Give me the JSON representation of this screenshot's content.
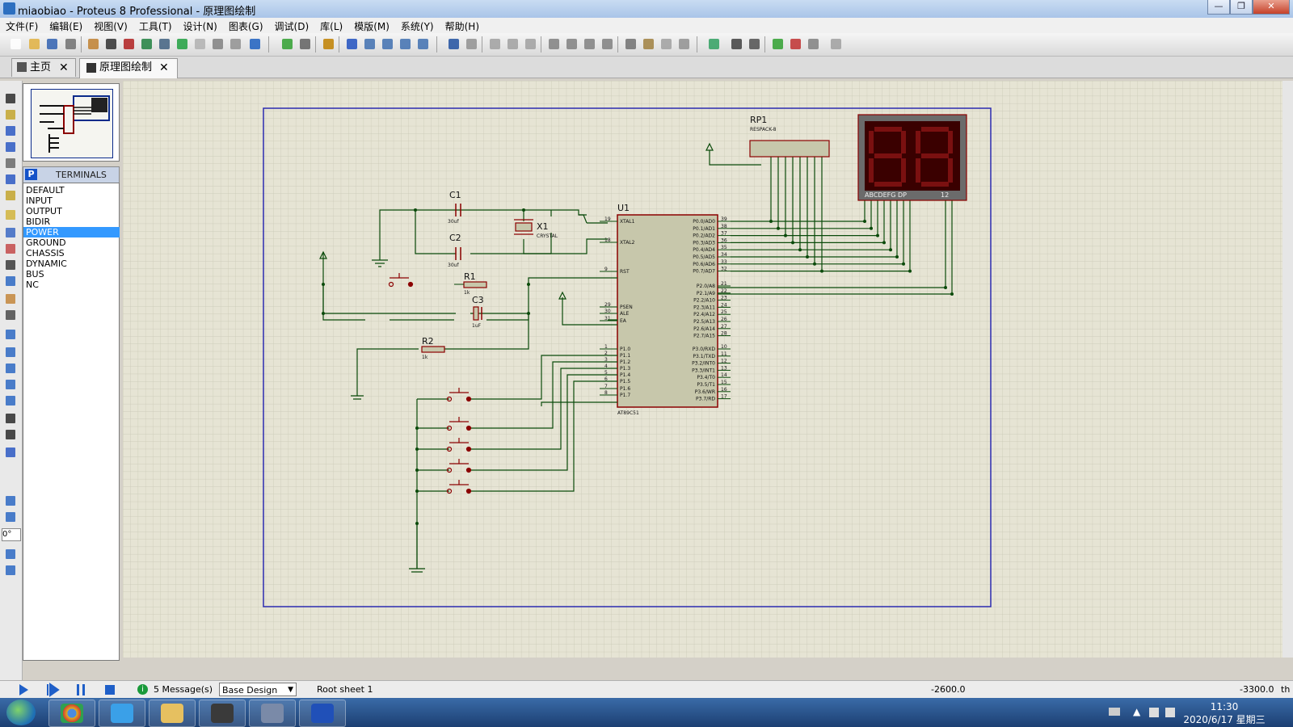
{
  "window": {
    "title": "miaobiao - Proteus 8 Professional - 原理图绘制",
    "controls": [
      "—",
      "❐",
      "✕"
    ]
  },
  "menu": [
    "文件(F)",
    "编辑(E)",
    "视图(V)",
    "工具(T)",
    "设计(N)",
    "图表(G)",
    "调试(D)",
    "库(L)",
    "模版(M)",
    "系统(Y)",
    "帮助(H)"
  ],
  "tabs": [
    {
      "label": "主页",
      "icon": "home-icon"
    },
    {
      "label": "原理图绘制",
      "icon": "schematic-icon"
    }
  ],
  "terminals": {
    "header": "TERMINALS",
    "mode_button": "P",
    "items": [
      "DEFAULT",
      "INPUT",
      "OUTPUT",
      "BIDIR",
      "POWER",
      "GROUND",
      "CHASSIS",
      "DYNAMIC",
      "BUS",
      "NC"
    ],
    "selected": "POWER"
  },
  "left_tools": {
    "rotation": "0°"
  },
  "schematic": {
    "components": {
      "u1": {
        "ref": "U1",
        "part": "AT89C51"
      },
      "rp1": {
        "ref": "RP1",
        "part": "RESPACK-8"
      },
      "x1": {
        "ref": "X1",
        "part": "CRYSTAL"
      },
      "c1": {
        "ref": "C1",
        "value": "30uf"
      },
      "c2": {
        "ref": "C2",
        "value": "30uf"
      },
      "c3": {
        "ref": "C3",
        "value": "1uF"
      },
      "r1": {
        "ref": "R1",
        "value": "1k"
      },
      "r2": {
        "ref": "R2",
        "value": "1k"
      },
      "display": {
        "segment_label": "ABCDEFG  DP",
        "digit_label": "12"
      }
    },
    "u1_left_pins": [
      {
        "num": "19",
        "name": "XTAL1"
      },
      {
        "num": "18",
        "name": "XTAL2"
      },
      {
        "num": "9",
        "name": "RST"
      },
      {
        "num": "29",
        "name": "PSEN"
      },
      {
        "num": "30",
        "name": "ALE"
      },
      {
        "num": "31",
        "name": "EA"
      },
      {
        "num": "1",
        "name": "P1.0"
      },
      {
        "num": "2",
        "name": "P1.1"
      },
      {
        "num": "3",
        "name": "P1.2"
      },
      {
        "num": "4",
        "name": "P1.3"
      },
      {
        "num": "5",
        "name": "P1.4"
      },
      {
        "num": "6",
        "name": "P1.5"
      },
      {
        "num": "7",
        "name": "P1.6"
      },
      {
        "num": "8",
        "name": "P1.7"
      }
    ],
    "u1_right_pins": [
      {
        "num": "39",
        "name": "P0.0/AD0"
      },
      {
        "num": "38",
        "name": "P0.1/AD1"
      },
      {
        "num": "37",
        "name": "P0.2/AD2"
      },
      {
        "num": "36",
        "name": "P0.3/AD3"
      },
      {
        "num": "35",
        "name": "P0.4/AD4"
      },
      {
        "num": "34",
        "name": "P0.5/AD5"
      },
      {
        "num": "33",
        "name": "P0.6/AD6"
      },
      {
        "num": "32",
        "name": "P0.7/AD7"
      },
      {
        "num": "21",
        "name": "P2.0/A8"
      },
      {
        "num": "22",
        "name": "P2.1/A9"
      },
      {
        "num": "23",
        "name": "P2.2/A10"
      },
      {
        "num": "24",
        "name": "P2.3/A11"
      },
      {
        "num": "25",
        "name": "P2.4/A12"
      },
      {
        "num": "26",
        "name": "P2.5/A13"
      },
      {
        "num": "27",
        "name": "P2.6/A14"
      },
      {
        "num": "28",
        "name": "P2.7/A15"
      },
      {
        "num": "10",
        "name": "P3.0/RXD"
      },
      {
        "num": "11",
        "name": "P3.1/TXD"
      },
      {
        "num": "12",
        "name": "P3.2/INT0"
      },
      {
        "num": "13",
        "name": "P3.3/INT1"
      },
      {
        "num": "14",
        "name": "P3.4/T0"
      },
      {
        "num": "15",
        "name": "P3.5/T1"
      },
      {
        "num": "16",
        "name": "P3.6/WR"
      },
      {
        "num": "17",
        "name": "P3.7/RD"
      }
    ]
  },
  "status": {
    "messages": "5 Message(s)",
    "design": "Base Design",
    "sheet": "Root sheet 1",
    "coord_x": "-2600.0",
    "coord_y": "-3300.0",
    "unit": "th"
  },
  "taskbar": {
    "time": "11:30",
    "date": "2020/6/17 星期三"
  },
  "colors": {
    "grid_bg": "#e6e4d4",
    "component_red": "#8b0000",
    "wire_green": "#0a4a0a",
    "border_blue": "#2b2bb0"
  }
}
